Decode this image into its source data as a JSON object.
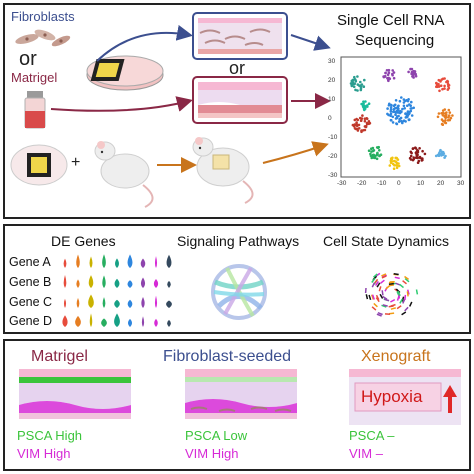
{
  "workflow": {
    "fibroblasts_label": "Fibroblasts",
    "or_label_1": "or",
    "matrigel_label": "Matrigel",
    "or_label_2": "or",
    "plus_label": "+",
    "scrna_title_line1": "Single Cell RNA",
    "scrna_title_line2": "Sequencing",
    "tsne_x_ticks": [
      "-30",
      "-20",
      "-10",
      "0",
      "10",
      "20",
      "30"
    ],
    "tsne_y_ticks": [
      "30",
      "20",
      "10",
      "0",
      "-10",
      "-20",
      "-30"
    ]
  },
  "analysis": {
    "de_genes_title": "DE Genes",
    "genes": [
      "Gene A",
      "Gene B",
      "Gene C",
      "Gene D"
    ],
    "signaling_title": "Signaling Pathways",
    "cell_state_title": "Cell State Dynamics"
  },
  "conditions": [
    {
      "title": "Matrigel",
      "title_color": "#8a2846",
      "psca": "PSCA High",
      "vim": "VIM High"
    },
    {
      "title": "Fibroblast-seeded",
      "title_color": "#3c4f8f",
      "psca": "PSCA Low",
      "vim": "VIM High"
    },
    {
      "title": "Xenograft",
      "title_color": "#c8741c",
      "psca": "PSCA –",
      "vim": "VIM –",
      "hypoxia_label": "Hypoxia"
    }
  ],
  "colors": {
    "psca_green": "#3bc43b",
    "vim_magenta": "#d62ad6",
    "arrow_blue": "#3c4f8f",
    "arrow_red": "#8a2846",
    "arrow_orange": "#c8741c"
  }
}
